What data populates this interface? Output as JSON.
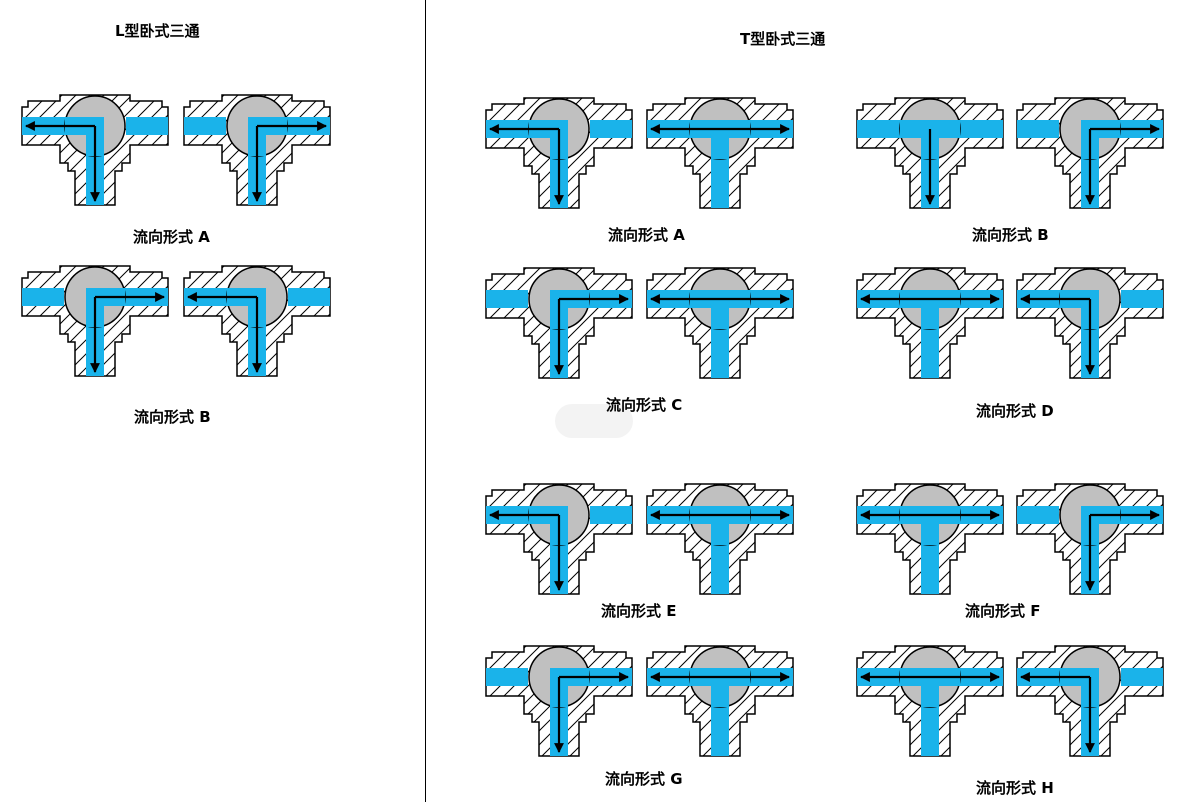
{
  "l_type": {
    "title": "L型卧式三通",
    "captions": [
      "流向形式 A",
      "流向形式 B"
    ],
    "valves": [
      {
        "side": "left",
        "pattern": "L",
        "flow": [
          "W",
          "S"
        ],
        "arrows": [
          "W",
          "S"
        ]
      },
      {
        "side": "right",
        "pattern": "L",
        "flow": [
          "E",
          "S"
        ],
        "arrows": [
          "E",
          "S"
        ]
      },
      {
        "side": "left",
        "pattern": "L",
        "flow": [
          "E",
          "S"
        ],
        "arrows": [
          "E",
          "S"
        ]
      },
      {
        "side": "right",
        "pattern": "L",
        "flow": [
          "W",
          "S"
        ],
        "arrows": [
          "W",
          "S"
        ]
      }
    ]
  },
  "t_type": {
    "title": "T型卧式三通",
    "captions": [
      "流向形式 A",
      "流向形式 B",
      "流向形式 C",
      "流向形式 D",
      "流向形式 E",
      "流向形式 F",
      "流向形式 G",
      "流向形式 H"
    ],
    "valves": [
      {
        "pattern": "L",
        "flow": [
          "W",
          "S"
        ],
        "arrows": [
          "W",
          "S"
        ]
      },
      {
        "pattern": "T",
        "flow": [
          "W",
          "E",
          "S"
        ],
        "arrows": [
          "W",
          "E"
        ]
      },
      {
        "pattern": "T",
        "flow": [
          "W",
          "E",
          "S"
        ],
        "arrows": [
          "S"
        ]
      },
      {
        "pattern": "L",
        "flow": [
          "E",
          "S"
        ],
        "arrows": [
          "E",
          "S"
        ]
      },
      {
        "pattern": "L",
        "flow": [
          "E",
          "S"
        ],
        "arrows": [
          "E",
          "S"
        ]
      },
      {
        "pattern": "T",
        "flow": [
          "W",
          "E",
          "S"
        ],
        "arrows": [
          "W",
          "E"
        ]
      },
      {
        "pattern": "T",
        "flow": [
          "W",
          "E",
          "S"
        ],
        "arrows": [
          "W",
          "E"
        ]
      },
      {
        "pattern": "L",
        "flow": [
          "W",
          "S"
        ],
        "arrows": [
          "W",
          "S"
        ]
      },
      {
        "pattern": "L",
        "flow": [
          "W",
          "S"
        ],
        "arrows": [
          "W",
          "S"
        ]
      },
      {
        "pattern": "T",
        "flow": [
          "W",
          "E",
          "S"
        ],
        "arrows": [
          "W",
          "E"
        ]
      },
      {
        "pattern": "T",
        "flow": [
          "W",
          "E",
          "S"
        ],
        "arrows": [
          "W",
          "E"
        ]
      },
      {
        "pattern": "L",
        "flow": [
          "E",
          "S"
        ],
        "arrows": [
          "E",
          "S"
        ]
      },
      {
        "pattern": "L",
        "flow": [
          "E",
          "S"
        ],
        "arrows": [
          "E",
          "S"
        ]
      },
      {
        "pattern": "T",
        "flow": [
          "W",
          "E",
          "S"
        ],
        "arrows": [
          "W",
          "E"
        ]
      },
      {
        "pattern": "T",
        "flow": [
          "W",
          "E",
          "S"
        ],
        "arrows": [
          "W",
          "E"
        ]
      },
      {
        "pattern": "L",
        "flow": [
          "W",
          "S"
        ],
        "arrows": [
          "W",
          "S"
        ]
      }
    ]
  },
  "colors": {
    "flow": "#1ab3ea",
    "ball": "#c0c0c0",
    "outline": "#000000",
    "hatch": "#000000",
    "background": "#ffffff"
  }
}
